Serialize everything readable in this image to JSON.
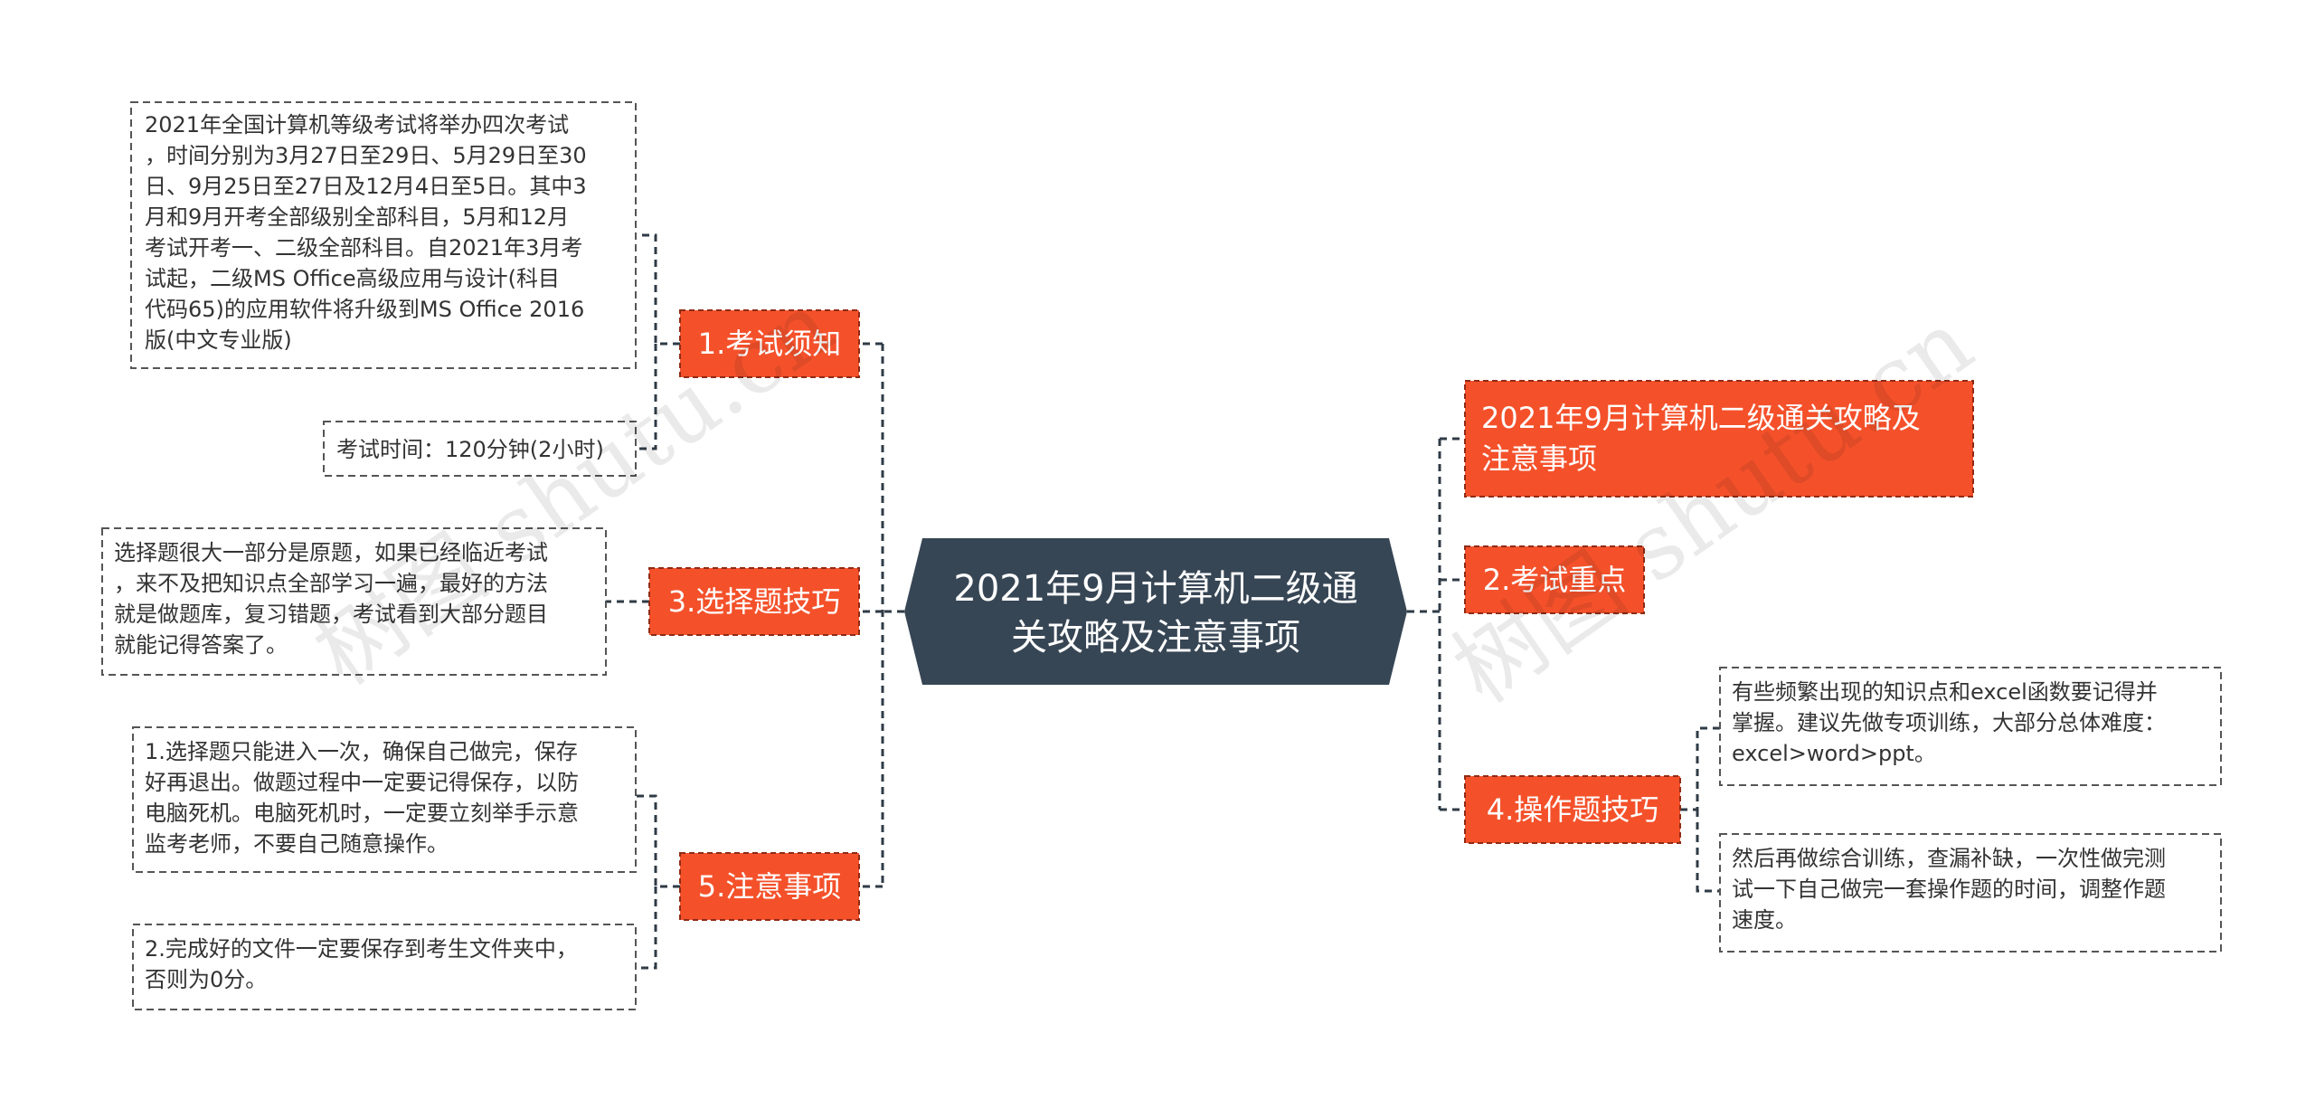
{
  "central": {
    "lines": [
      "2021年9月计算机二级通",
      "关攻略及注意事项"
    ]
  },
  "left_topics": [
    {
      "label": "1.考试须知",
      "notes": [
        {
          "lines": [
            "2021年全国计算机等级考试将举办四次考试",
            "，时间分别为3月27日至29日、5月29日至30",
            "日、9月25日至27日及12月4日至5日。其中3",
            "月和9月开考全部级别全部科目，5月和12月",
            "考试开考一、二级全部科目。自2021年3月考",
            "试起，二级MS Office高级应用与设计(科目",
            "代码65)的应用软件将升级到MS Office 2016",
            "版(中文专业版)"
          ]
        },
        {
          "lines": [
            "考试时间：120分钟(2小时)"
          ]
        }
      ]
    },
    {
      "label": "3.选择题技巧",
      "notes": [
        {
          "lines": [
            "选择题很大一部分是原题，如果已经临近考试",
            "，来不及把知识点全部学习一遍，最好的方法",
            "就是做题库，复习错题，考试看到大部分题目",
            "就能记得答案了。"
          ]
        }
      ]
    },
    {
      "label": "5.注意事项",
      "notes": [
        {
          "lines": [
            "1.选择题只能进入一次，确保自己做完，保存",
            "好再退出。做题过程中一定要记得保存，以防",
            "电脑死机。电脑死机时，一定要立刻举手示意",
            "监考老师，不要自己随意操作。"
          ]
        },
        {
          "lines": [
            "2.完成好的文件一定要保存到考生文件夹中，",
            "否则为0分。"
          ]
        }
      ]
    }
  ],
  "right_topics": [
    {
      "lines": [
        "2021年9月计算机二级通关攻略及",
        "注意事项"
      ],
      "notes": []
    },
    {
      "lines": [
        "2.考试重点"
      ],
      "notes": []
    },
    {
      "lines": [
        "4.操作题技巧"
      ],
      "notes": [
        {
          "lines": [
            "有些频繁出现的知识点和excel函数要记得并",
            "掌握。建议先做专项训练，大部分总体难度：",
            "excel>word>ppt。"
          ]
        },
        {
          "lines": [
            "然后再做综合训练，查漏补缺，一次性做完测",
            "试一下自己做完一套操作题的时间，调整作题",
            "速度。"
          ]
        }
      ]
    }
  ],
  "watermark": [
    "树图 shutu.cn",
    "树图 shutu.cn"
  ],
  "colors": {
    "central": "#374655",
    "topic": "#f4512b",
    "connector": "#2f3b46",
    "note_border": "#555555"
  }
}
